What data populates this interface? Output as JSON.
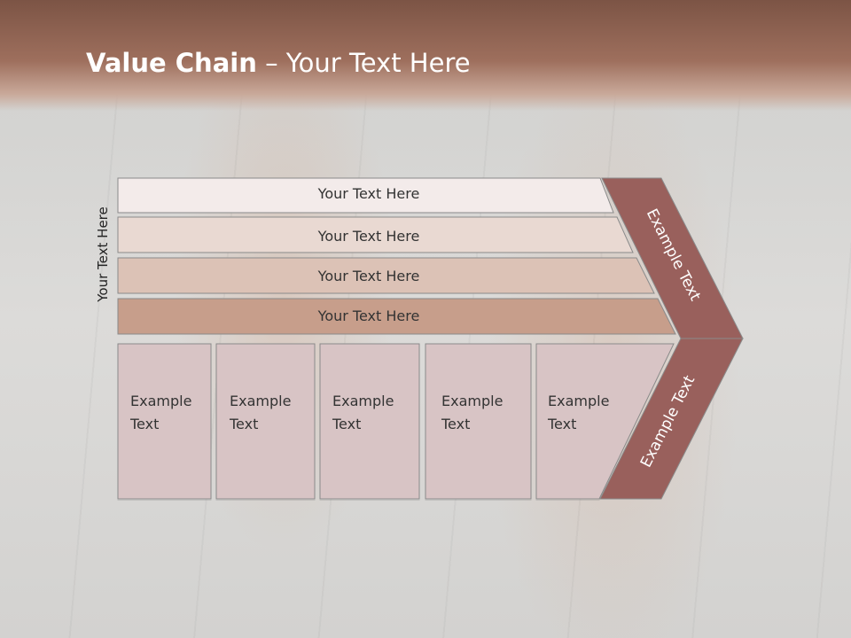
{
  "title": {
    "bold": "Value Chain",
    "rest": " – Your Text Here"
  },
  "side_label": "Your Text Here",
  "support_rows": [
    {
      "label": "Your Text Here",
      "fill": "#f3ebea"
    },
    {
      "label": "Your Text Here",
      "fill": "#e9d9d2"
    },
    {
      "label": "Your Text Here",
      "fill": "#dcc2b6"
    },
    {
      "label": "Your Text Here",
      "fill": "#c79e8b"
    }
  ],
  "primary_boxes": [
    {
      "line1": "Example",
      "line2": "Text"
    },
    {
      "line1": "Example",
      "line2": "Text"
    },
    {
      "line1": "Example",
      "line2": "Text"
    },
    {
      "line1": "Example",
      "line2": "Text"
    },
    {
      "line1": "Example",
      "line2": "Text"
    }
  ],
  "arrow_upper_label": "Example Text",
  "arrow_lower_label": "Example Text",
  "colors": {
    "box_fill": "#d8c4c5",
    "arrow_fill": "#99605c",
    "stroke": "#8a8a8a"
  }
}
